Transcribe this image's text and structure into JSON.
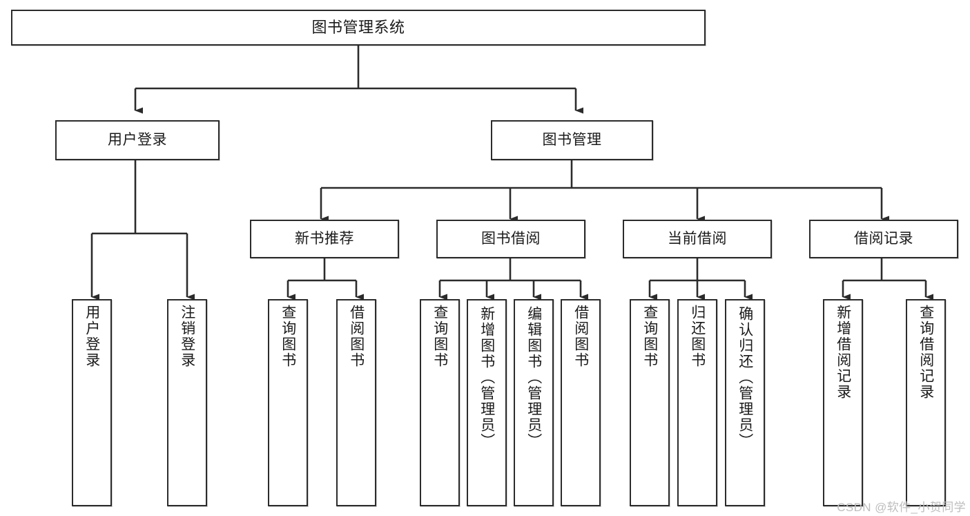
{
  "diagram": {
    "type": "tree-hierarchy",
    "title": "图书管理系统",
    "root": {
      "label": "图书管理系统"
    },
    "level2": [
      {
        "id": "user-login",
        "label": "用户登录"
      },
      {
        "id": "book-management",
        "label": "图书管理"
      }
    ],
    "level3": [
      {
        "id": "new-book-recommend",
        "label": "新书推荐"
      },
      {
        "id": "book-borrow",
        "label": "图书借阅"
      },
      {
        "id": "current-borrow",
        "label": "当前借阅"
      },
      {
        "id": "borrow-record",
        "label": "借阅记录"
      }
    ],
    "leaves": {
      "user_login": [
        {
          "id": "leaf-user-login",
          "label": "用户登录"
        },
        {
          "id": "leaf-logout",
          "label": "注销登录"
        }
      ],
      "new_book_recommend": [
        {
          "id": "leaf-query-book-1",
          "label": "查询图书"
        },
        {
          "id": "leaf-borrow-book-1",
          "label": "借阅图书"
        }
      ],
      "book_borrow": [
        {
          "id": "leaf-query-book-2",
          "label": "查询图书"
        },
        {
          "id": "leaf-add-book",
          "label": "新增图书（管理员）"
        },
        {
          "id": "leaf-edit-book",
          "label": "编辑图书（管理员）"
        },
        {
          "id": "leaf-borrow-book-2",
          "label": "借阅图书"
        }
      ],
      "current_borrow": [
        {
          "id": "leaf-query-book-3",
          "label": "查询图书"
        },
        {
          "id": "leaf-return-book",
          "label": "归还图书"
        },
        {
          "id": "leaf-confirm-return",
          "label": "确认归还（管理员）"
        }
      ],
      "borrow_record": [
        {
          "id": "leaf-add-record",
          "label": "新增借阅记录"
        },
        {
          "id": "leaf-query-record",
          "label": "查询借阅记录"
        }
      ]
    }
  },
  "watermark": {
    "text": "CSDN @软件_小贺同学"
  },
  "colors": {
    "stroke": "#2b2b2b",
    "fill": "#ffffff",
    "text": "#1a1a1a",
    "watermark": "#bdbdbd"
  }
}
